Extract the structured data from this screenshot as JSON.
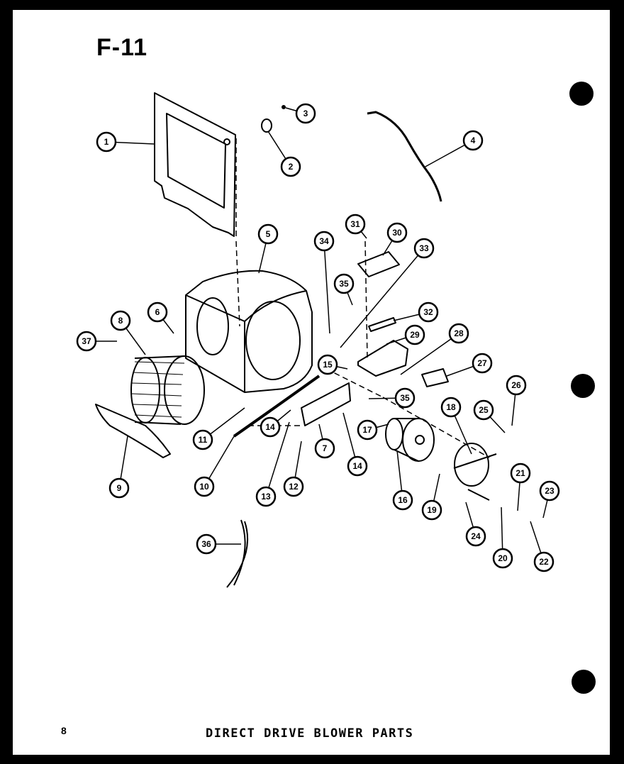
{
  "page_code": "F-11",
  "page_number": "8",
  "caption": "DIRECT DRIVE BLOWER PARTS",
  "callouts": [
    "1",
    "2",
    "3",
    "4",
    "5",
    "6",
    "8",
    "37",
    "11",
    "10",
    "9",
    "7",
    "14",
    "13",
    "12",
    "14",
    "15",
    "16",
    "17",
    "18",
    "19",
    "20",
    "21",
    "22",
    "23",
    "24",
    "25",
    "26",
    "27",
    "28",
    "29",
    "30",
    "31",
    "32",
    "33",
    "34",
    "35",
    "35",
    "36"
  ]
}
